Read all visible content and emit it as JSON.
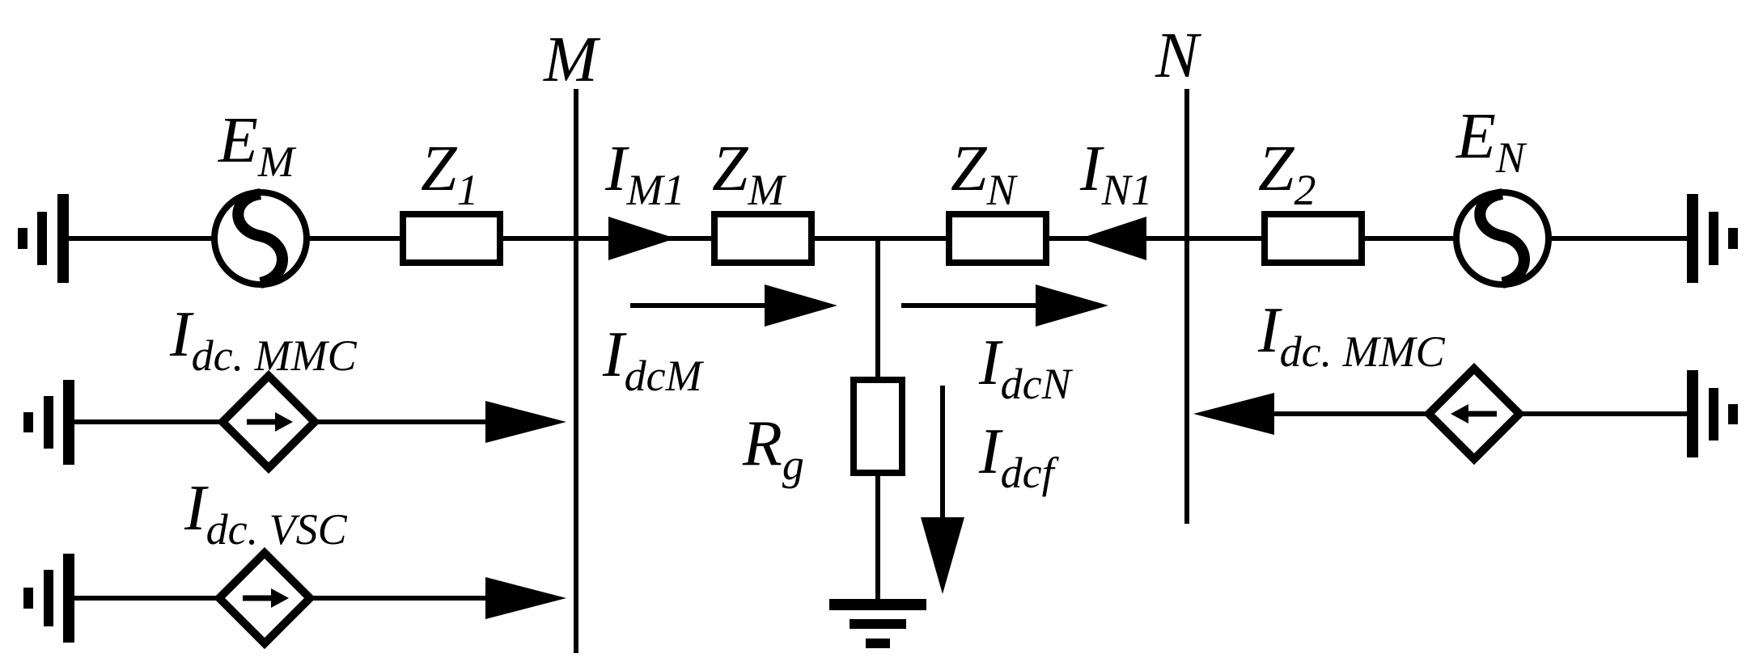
{
  "bus_labels": {
    "m": "M",
    "n": "N"
  },
  "sources": {
    "em": {
      "main": "E",
      "sub": "M"
    },
    "en": {
      "main": "E",
      "sub": "N"
    }
  },
  "impedances": {
    "z1": {
      "main": "Z",
      "sub": "1"
    },
    "z2": {
      "main": "Z",
      "sub": "2"
    },
    "zm": {
      "main": "Z",
      "sub": "M"
    },
    "zn": {
      "main": "Z",
      "sub": "N"
    },
    "rg": {
      "main": "R",
      "sub": "g"
    }
  },
  "currents": {
    "im1": {
      "main": "I",
      "sub": "M1"
    },
    "in1": {
      "main": "I",
      "sub": "N1"
    },
    "idcm": {
      "main": "I",
      "sub": "dcM"
    },
    "idcn": {
      "main": "I",
      "sub": "dcN"
    },
    "idcf": {
      "main": "I",
      "sub": "dcf"
    },
    "idc_mmc_left": {
      "main": "I",
      "sub": "dc. MMC"
    },
    "idc_mmc_right": {
      "main": "I",
      "sub": "dc. MMC"
    },
    "idc_vsc": {
      "main": "I",
      "sub": "dc. VSC"
    }
  }
}
